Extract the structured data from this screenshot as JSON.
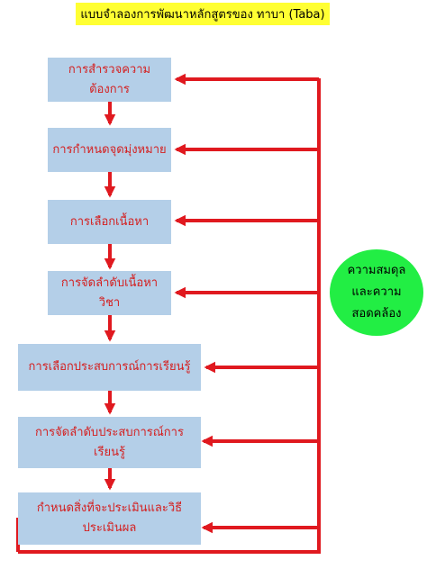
{
  "title": "แบบจำลองการพัฒนาหลักสูตรของ ทาบา (Taba)",
  "steps": [
    {
      "line1": "การสำรวจความ",
      "line2": "ต้องการ"
    },
    {
      "line1": "การกำหนดจุดมุ่งหมาย",
      "line2": ""
    },
    {
      "line1": "การเลือกเนื้อหา",
      "line2": ""
    },
    {
      "line1": "การจัดลำดับเนื้อหาวิชา",
      "line2": ""
    },
    {
      "line1": "การเลือกประสบการณ์การเรียนรู้",
      "line2": ""
    },
    {
      "line1": "การจัดลำดับประสบการณ์การ",
      "line2": "เรียนรู้"
    },
    {
      "line1": "กำหนดสิ่งที่จะประเมินและวิธี",
      "line2": "ประเมินผล"
    }
  ],
  "feedback": {
    "line1": "ความสมดุล",
    "line2": "และความ",
    "line3": "สอดคล้อง"
  },
  "colors": {
    "title_bg": "#ffff33",
    "box_fill": "#b4cfe8",
    "box_text": "#d42020",
    "arrow": "#e0191f",
    "oval_fill": "#22ee44"
  }
}
